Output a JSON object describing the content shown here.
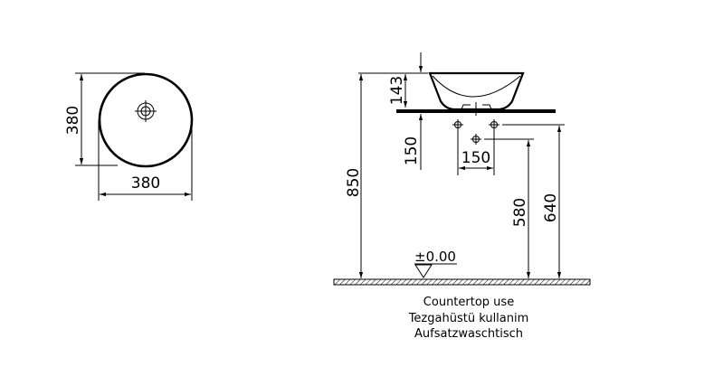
{
  "top_view": {
    "width_label": "380",
    "depth_label": "380"
  },
  "side_view": {
    "bowl_height_label": "143",
    "countertop_to_hole_label": "150",
    "hole_spacing_label": "150",
    "total_height_label": "850",
    "lower_connection_label": "580",
    "upper_connection_label": "640",
    "floor_level_label": "±0.00"
  },
  "caption": {
    "line1": "Countertop use",
    "line2": "Tezgahüstü kullanim",
    "line3": "Aufsatzwaschtisch"
  }
}
